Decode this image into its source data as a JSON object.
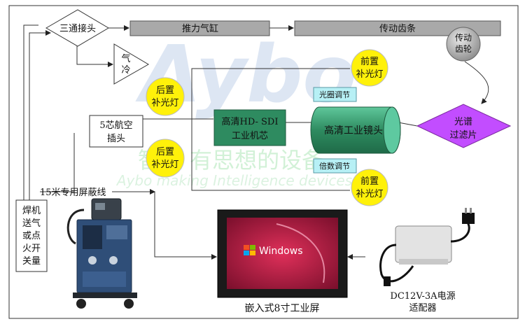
{
  "watermark": {
    "logo": "Aybo",
    "slogan": "智造 有思想的设备",
    "tagline": "Aybo making Intelligence devices"
  },
  "nodes": {
    "tee_joint": "三通接头",
    "thrust_cylinder": "推力气缸",
    "drive_rack": "传动齿条",
    "drive_gear": [
      "传动",
      "齿轮"
    ],
    "air_cool": [
      "气",
      "冷"
    ],
    "rear_light_top": [
      "后置",
      "补光灯"
    ],
    "rear_light_bottom": [
      "后置",
      "补光灯"
    ],
    "front_light_top": [
      "前置",
      "补光灯"
    ],
    "front_light_bottom": [
      "前置",
      "补光灯"
    ],
    "aviation_plug": [
      "5芯航空",
      "插头"
    ],
    "camera_core": [
      "高清HD- SDI",
      "工业机芯"
    ],
    "industrial_lens": "高清工业镜头",
    "aperture_adjust": "光圈调节",
    "zoom_adjust": "倍数调节",
    "spectral_filter": [
      "光谱",
      "过滤片"
    ],
    "shielded_cable": "15米专用屏蔽线",
    "welder_switch": [
      "焊机",
      "送气",
      "或点",
      "火开",
      "关量"
    ],
    "screen_caption": "嵌入式8寸工业屏",
    "screen_os": "Windows",
    "adapter_caption": [
      "DC12V-3A电源",
      "适配器"
    ]
  },
  "colors": {
    "gray_box": "#a9a9a9",
    "yellow": "#fff10a",
    "purple": "#c24dff",
    "green": "#2e8b60",
    "cyan": "#b7f0f5",
    "teal": "#5ec9bf"
  }
}
